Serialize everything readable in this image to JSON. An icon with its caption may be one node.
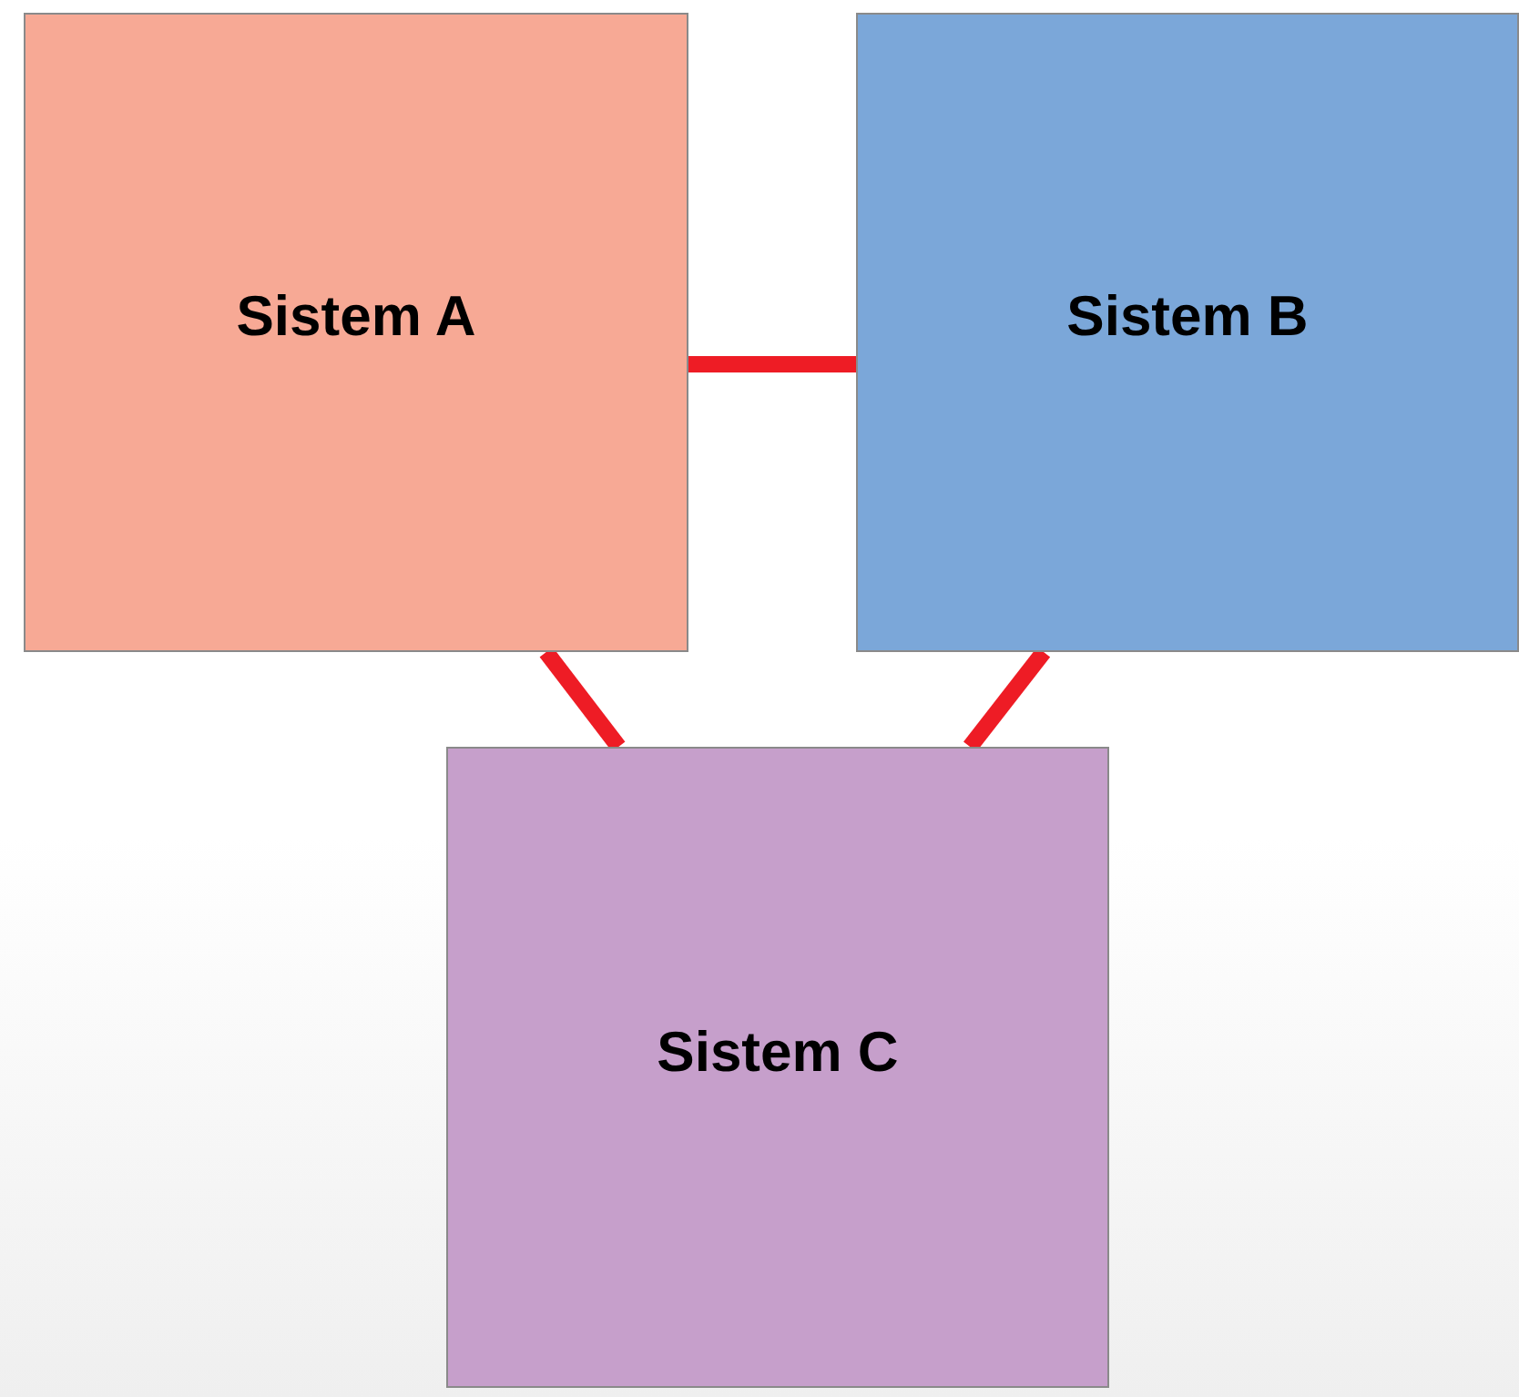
{
  "diagram": {
    "nodes": [
      {
        "text": [
          "Sistem A"
        ]
      },
      {
        "text": [
          "Sistem B"
        ]
      },
      {
        "text": [
          "Sistem C"
        ]
      }
    ],
    "edges": [
      {
        "from": 0,
        "to": 1,
        "arrow": "none"
      },
      {
        "from": 0,
        "to": 2,
        "arrow": "none"
      },
      {
        "from": 1,
        "to": 2,
        "arrow": "none"
      }
    ]
  }
}
